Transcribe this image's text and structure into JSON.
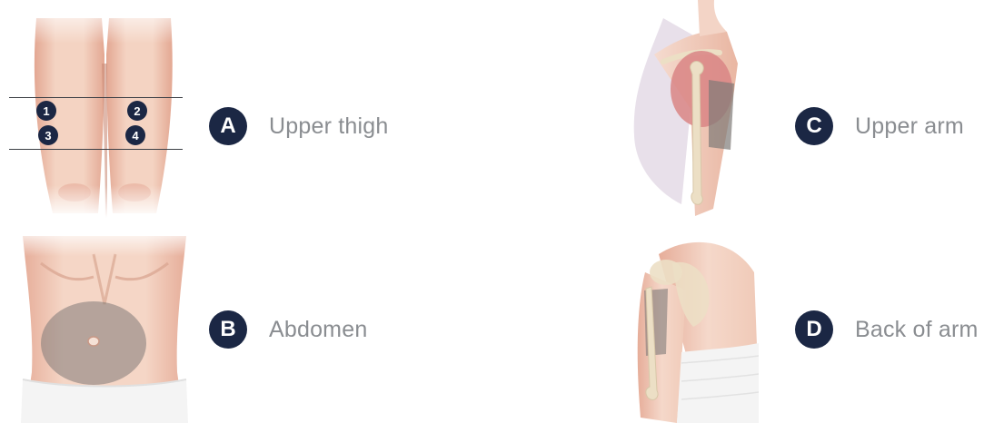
{
  "colors": {
    "badge": "#1b2744",
    "skin": "#f2cdbc",
    "skin_shadow": "#e6ad99",
    "injection_zone": "#7f7a78",
    "muscle": "#d98585",
    "bone": "#ecdfc5",
    "underwear": "#f4f4f4",
    "label_text": "#8a8d91"
  },
  "sites": {
    "a": {
      "letter": "A",
      "label": "Upper thigh",
      "icon": "legs-front-illustration"
    },
    "b": {
      "letter": "B",
      "label": "Abdomen",
      "icon": "abdomen-front-illustration"
    },
    "c": {
      "letter": "C",
      "label": "Upper arm",
      "icon": "upper-arm-side-illustration"
    },
    "d": {
      "letter": "D",
      "label": "Back of arm",
      "icon": "back-of-arm-illustration"
    }
  },
  "thigh_zones": [
    "1",
    "2",
    "3",
    "4"
  ]
}
